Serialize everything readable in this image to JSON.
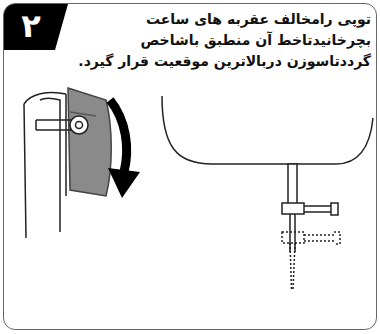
{
  "diagram": {
    "nodes": [
      {
        "text": [
          "توپی رامخالف عقربه های ساعت بچرخانیدتاخط آن منطبق باشاخص گرددتاسوزن دربالاترین موقعیت قرار گیرد."
        ]
      },
      {
        "text": [
          "۲"
        ],
        "in": 0
      }
    ]
  }
}
